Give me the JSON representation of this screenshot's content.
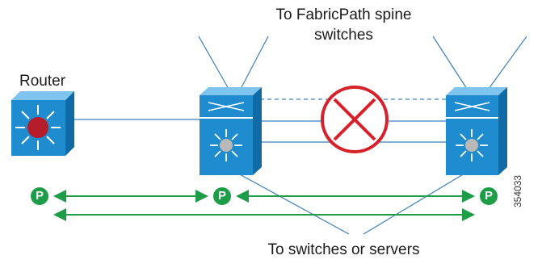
{
  "labels": {
    "spine_line1": "To FabricPath spine",
    "spine_line2": "switches",
    "router": "Router",
    "bottom": "To switches or servers",
    "figure_id": "354033"
  },
  "badges": [
    "P",
    "P",
    "P"
  ],
  "colors": {
    "device_blue": "#1f8ccf",
    "router_core": "#b51d2a",
    "line_blue": "#3a7fbf",
    "arrow_green": "#1e9d48",
    "blocked_red": "#d6212a"
  },
  "icons": [
    "router-icon",
    "switch-icon",
    "blocked-link-icon"
  ]
}
